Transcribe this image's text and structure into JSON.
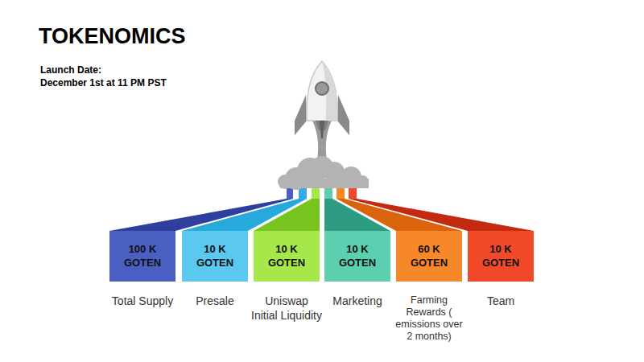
{
  "diagram": {
    "title": "TOKENOMICS",
    "nodes": [
      {
        "text": [
          "100 K GOTEN",
          "Total Supply"
        ]
      },
      {
        "text": [
          "10 K GOTEN",
          "Presale"
        ]
      },
      {
        "text": [
          "10 K GOTEN",
          "Uniswap Initial Liquidity"
        ]
      },
      {
        "text": [
          "10 K GOTEN",
          "Marketing"
        ]
      },
      {
        "text": [
          "60 K GOTEN",
          "Farming Rewards ( emissions over 2 months)"
        ]
      },
      {
        "text": [
          "10 K GOTEN",
          "Team"
        ]
      }
    ],
    "labels": [
      "Launch Date:",
      "December 1st at 11 PM PST"
    ]
  }
}
